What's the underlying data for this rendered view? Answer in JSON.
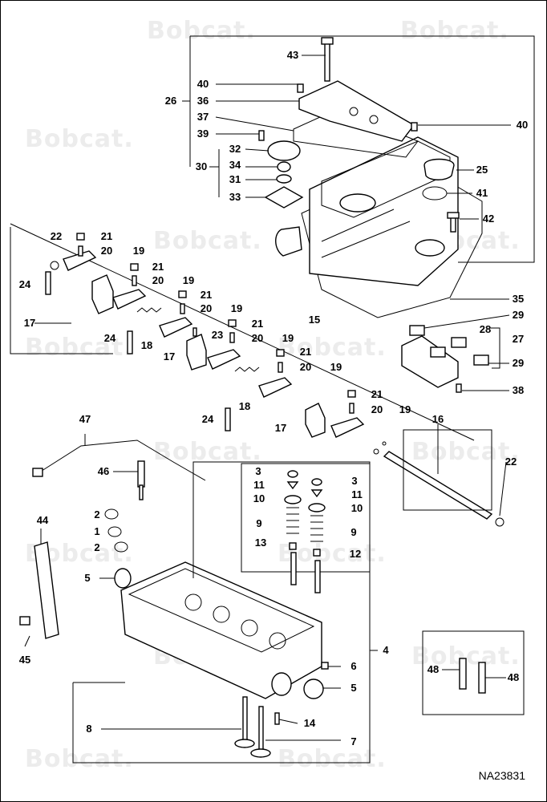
{
  "watermark": "Bobcat.",
  "drawing_code": "NA23831",
  "callouts": [
    "1",
    "2",
    "3",
    "4",
    "5",
    "6",
    "7",
    "8",
    "9",
    "10",
    "11",
    "12",
    "13",
    "14",
    "15",
    "16",
    "17",
    "18",
    "19",
    "20",
    "21",
    "22",
    "23",
    "24",
    "25",
    "26",
    "27",
    "28",
    "29",
    "30",
    "31",
    "32",
    "33",
    "34",
    "35",
    "36",
    "37",
    "38",
    "39",
    "40",
    "41",
    "42",
    "43",
    "44",
    "45",
    "46",
    "47",
    "48"
  ]
}
